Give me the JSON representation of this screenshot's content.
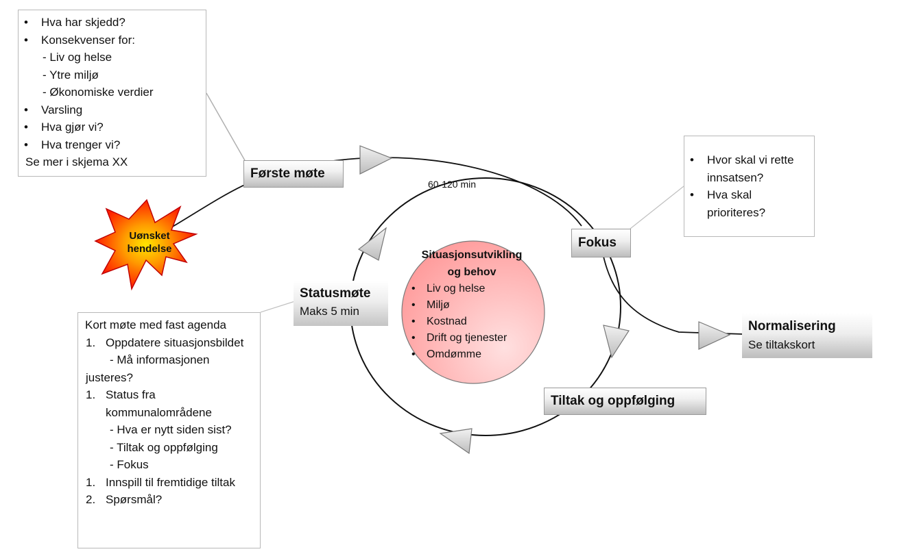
{
  "first_meeting_note": {
    "items": [
      {
        "kind": "bullet",
        "text": "Hva har skjedd?"
      },
      {
        "kind": "bullet",
        "text": "Konsekvenser for:"
      },
      {
        "kind": "sub",
        "text": "-  Liv og helse"
      },
      {
        "kind": "sub",
        "text": "- Ytre miljø"
      },
      {
        "kind": "sub",
        "text": "- Økonomiske verdier"
      },
      {
        "kind": "bullet",
        "text": "Varsling"
      },
      {
        "kind": "bullet",
        "text": "Hva gjør vi?"
      },
      {
        "kind": "bullet",
        "text": "Hva trenger vi?"
      },
      {
        "kind": "plain",
        "text": "Se mer i skjema XX"
      }
    ]
  },
  "focus_note": {
    "items": [
      {
        "kind": "bullet",
        "text": "Hvor skal vi rette innsatsen?"
      },
      {
        "kind": "bullet",
        "text": "Hva skal prioriteres?"
      }
    ]
  },
  "status_note": {
    "items": [
      {
        "kind": "plain",
        "text": "Kort møte med fast agenda"
      },
      {
        "kind": "ol",
        "num": "1.",
        "text": "Oppdatere situasjonsbildet"
      },
      {
        "kind": "olsub",
        "text": "- Må informasjonen"
      },
      {
        "kind": "olcont",
        "text": "justeres?"
      },
      {
        "kind": "ol",
        "num": "1.",
        "text": "Status fra kommunalområdene"
      },
      {
        "kind": "olsub",
        "text": "- Hva er nytt siden sist?"
      },
      {
        "kind": "olsub",
        "text": "- Tiltak og oppfølging"
      },
      {
        "kind": "olsub",
        "text": "- Fokus"
      },
      {
        "kind": "ol",
        "num": "1.",
        "text": "Innspill til fremtidige tiltak"
      },
      {
        "kind": "ol",
        "num": "2.",
        "text": "Spørsmål?"
      }
    ]
  },
  "labels": {
    "first_meeting": "Første møte",
    "focus": "Fokus",
    "status_title": "Statusmøte",
    "status_sub": "Maks 5 min",
    "measures": "Tiltak og oppfølging",
    "normalization_title": "Normalisering",
    "normalization_sub": "Se tiltakskort"
  },
  "burst": {
    "line1": "Uønsket",
    "line2": "hendelse",
    "fill": "#f00000",
    "glow": "#ffd400"
  },
  "duration": "60-120 min",
  "center": {
    "title_line1": "Situasjonsutvikling",
    "title_line2": "og behov",
    "items": [
      "Liv og helse",
      "Miljø",
      "Kostnad",
      "Drift og tjenester",
      "Omdømme"
    ],
    "fill_inner": "#ffd5d5",
    "fill_outer": "#ff9b9b"
  }
}
